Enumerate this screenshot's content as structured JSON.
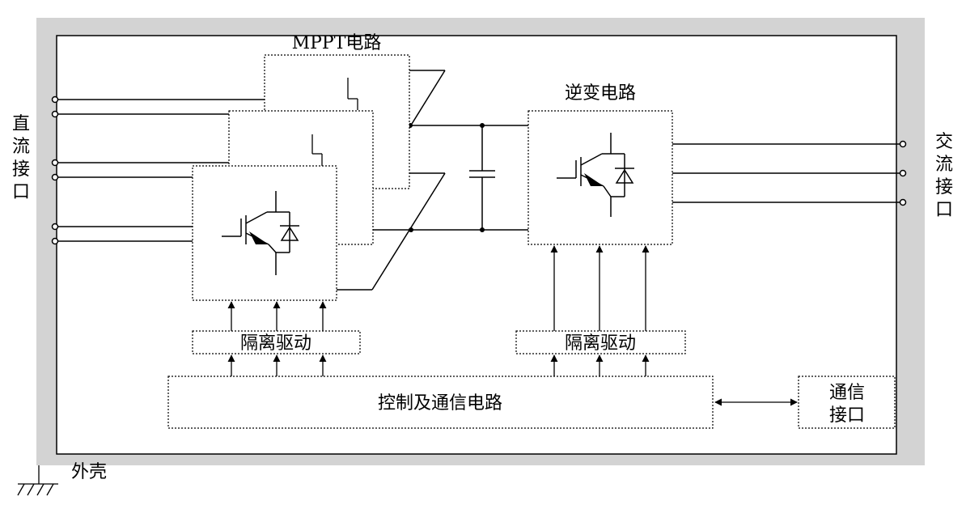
{
  "left_port_label": [
    "直",
    "流",
    "接",
    "口"
  ],
  "right_port_label": [
    "交",
    "流",
    "接",
    "口"
  ],
  "mppt_label": "MPPT电路",
  "inverter_label": "逆变电路",
  "isolation_driver_left": "隔离驱动",
  "isolation_driver_right": "隔离驱动",
  "control_label": "控制及通信电路",
  "comm_port_label": [
    "通信",
    "接口"
  ],
  "enclosure_label": "外壳",
  "colors": {
    "enclosure": "#d3d3d3",
    "line": "#000000",
    "background": "#ffffff"
  }
}
